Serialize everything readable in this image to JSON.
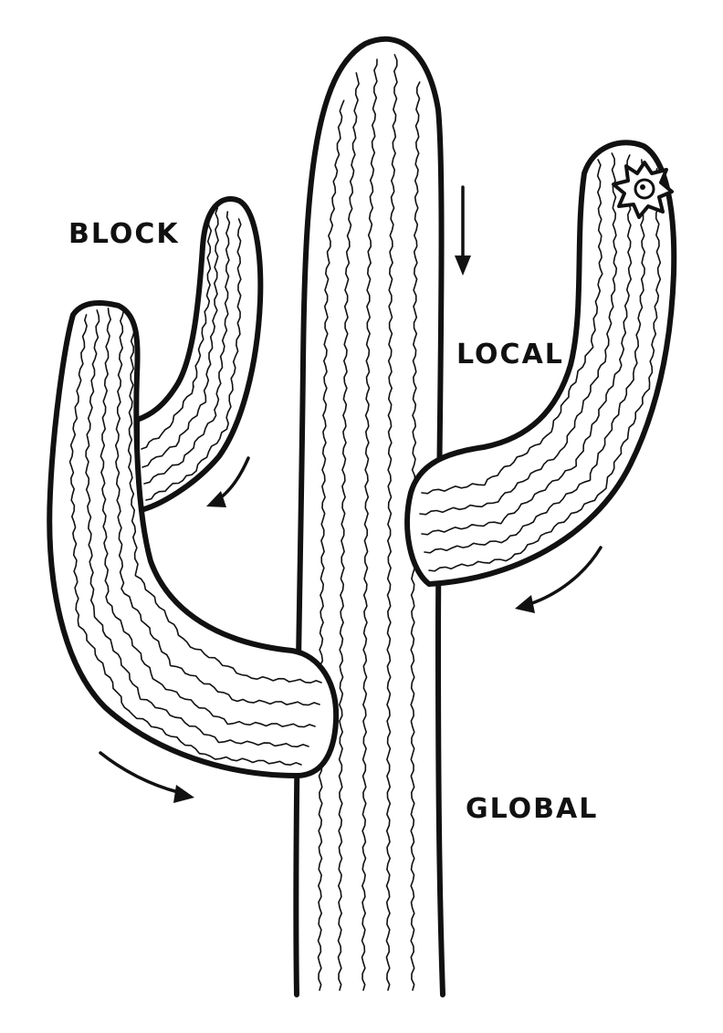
{
  "labels": {
    "block": "BLOCK",
    "local": "LOCAL",
    "global": "GLOBAL"
  },
  "colors": {
    "ink": "#111111",
    "background": "#ffffff"
  }
}
